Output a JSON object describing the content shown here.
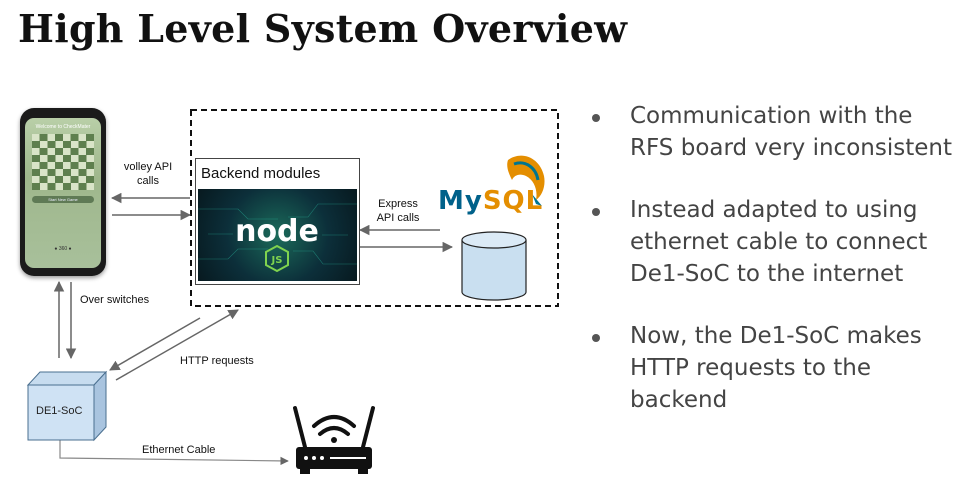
{
  "slide": {
    "title": "High Level System Overview"
  },
  "diagram": {
    "phone": {
      "welcome": "Welcome to CheckMater",
      "button": "Start New Game",
      "footer": "● 360  ●"
    },
    "labels": {
      "volley": "volley API\ncalls",
      "backend": "Backend modules",
      "express": "Express\nAPI calls",
      "over_switches": "Over switches",
      "http": "HTTP requests",
      "de1": "DE1-SoC",
      "ethernet": "Ethernet Cable"
    },
    "logos": {
      "node": "node",
      "js": "JS",
      "mysql_my": "My",
      "mysql_sql": "SQL"
    }
  },
  "bullets": [
    {
      "text": "Communication with the RFS board very inconsistent"
    },
    {
      "text": "Instead adapted to using ethernet cable to connect De1-SoC to the internet"
    },
    {
      "text": "Now, the De1-SoC makes HTTP requests to the backend"
    }
  ]
}
